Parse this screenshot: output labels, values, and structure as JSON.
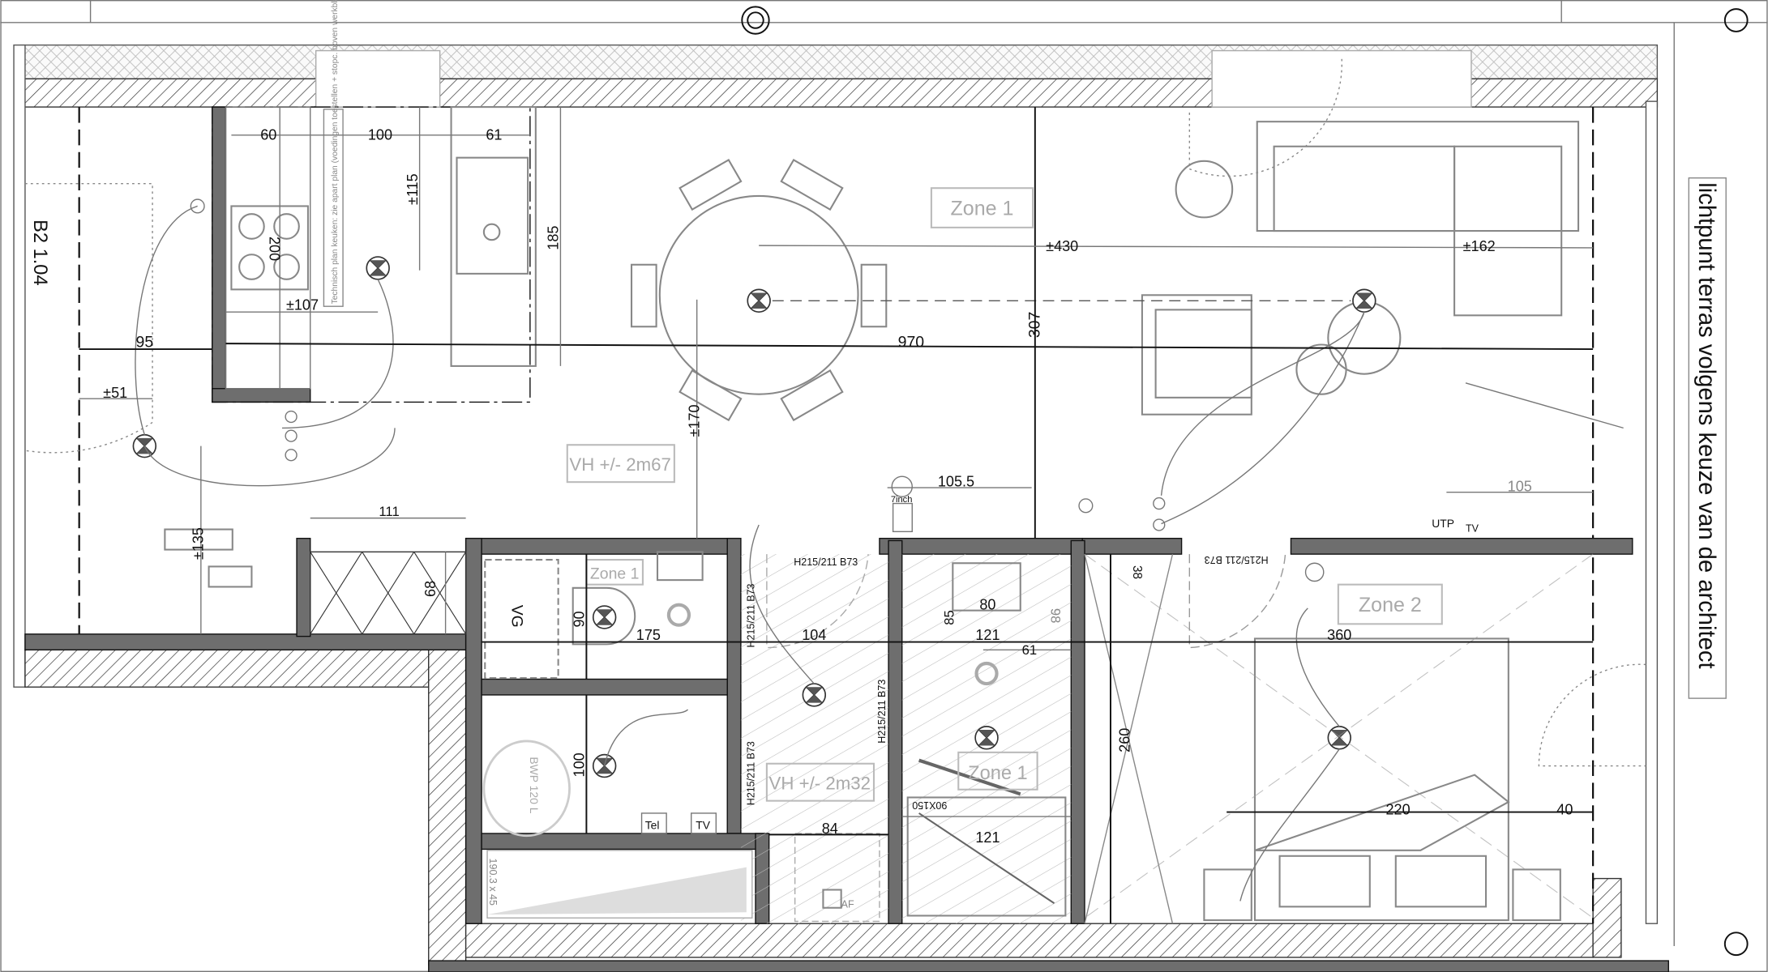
{
  "plan": {
    "room_code": "B2 1.04",
    "kitchen_note": "Technisch plan keuken: zie apart plan (voedingen toestellen + stopc. boven werkblad)",
    "terrace_note": "lichtpunt terras volgens keuze van de architect",
    "zones": [
      "Zone 1",
      "Zone 1",
      "Zone 1",
      "Zone 2"
    ],
    "ceiling_heights": [
      "VH +/- 2m67",
      "VH +/- 2m32"
    ],
    "door_labels": [
      "H215/211 B73",
      "H215/211 B73",
      "H215/211 B73",
      "H215/211 B73",
      "H215/211 B73"
    ],
    "dimensions": {
      "d60": "60",
      "d100": "100",
      "d61": "61",
      "d115": "±115",
      "d185": "185",
      "d200": "200",
      "d107": "±107",
      "d95": "95",
      "d970": "970",
      "d307": "307",
      "d430": "±430",
      "d162": "±162",
      "d51": "±51",
      "d170": "±170",
      "d135": "±135",
      "d111": "111",
      "d68": "68",
      "d1055": "105.5",
      "d105": "105",
      "d175": "175",
      "d90": "90",
      "d104": "104",
      "d121a": "121",
      "d61b": "61",
      "d80": "80",
      "d85": "85",
      "d98": "98",
      "d100b": "100",
      "d84": "84",
      "d121b": "121",
      "d360": "360",
      "d260": "260",
      "d220": "220",
      "d40": "40",
      "d38": "38"
    },
    "symbols": {
      "vg": "VG",
      "bwp": "BWP 120 L",
      "tel": "Tel",
      "tv": "TV",
      "utp": "UTP",
      "tv2": "TV",
      "inch": "7inch",
      "bath": "190.3 x 45",
      "shower": "90X150",
      "af": "AF"
    },
    "colors": {
      "wall": "#6e6e6e",
      "line": "#111111",
      "annotation": "#888888"
    }
  }
}
